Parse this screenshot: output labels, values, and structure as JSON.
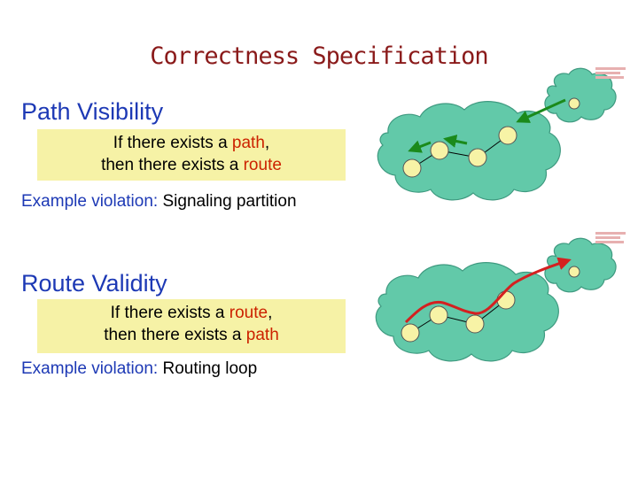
{
  "title": "Correctness Specification",
  "section1": {
    "heading": "Path Visibility",
    "box_line1_pre": "If there exists a ",
    "box_line1_hl": "path",
    "box_line1_post": ",",
    "box_line2_pre": "then there exists a ",
    "box_line2_hl": "route",
    "example_label": "Example violation:",
    "example_text": " Signaling partition"
  },
  "section2": {
    "heading": "Route Validity",
    "box_line1_pre": "If there exists a ",
    "box_line1_hl": "route",
    "box_line1_post": ",",
    "box_line2_pre": "then there exists a ",
    "box_line2_hl": "path",
    "example_label": "Example violation:",
    "example_text": " Routing loop"
  },
  "colors": {
    "title": "#8a1a1a",
    "heading": "#1d39b5",
    "highlight": "#cc2200",
    "box": "#f6f2a6",
    "cloud": "#62c9a9",
    "node": "#f7f3a6",
    "signal_arrow": "#1b8a1b",
    "route_arrow": "#d42020"
  }
}
